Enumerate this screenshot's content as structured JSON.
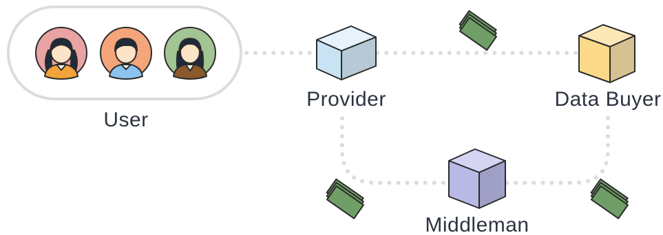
{
  "labels": {
    "user": "User",
    "provider": "Provider",
    "data_buyer": "Data Buyer",
    "middleman": "Middleman"
  },
  "icons": {
    "user_avatar_1": "person-avatar-icon",
    "user_avatar_2": "person-avatar-icon",
    "user_avatar_3": "person-avatar-icon",
    "provider_node": "cube-icon",
    "data_buyer_node": "cube-icon",
    "middleman_node": "cube-icon",
    "payments": "money-stack-icon"
  },
  "colors": {
    "connector": "#dcdcdc",
    "user_group_border": "#dcdcdc",
    "provider_cube": "#c9e3f5",
    "data_buyer_cube": "#fbd98a",
    "middleman_cube": "#b9b9e6",
    "money": "#6f9f66",
    "avatar_1_bg": "#e9a3a3",
    "avatar_2_bg": "#f4a57a",
    "avatar_3_bg": "#a3c493"
  }
}
